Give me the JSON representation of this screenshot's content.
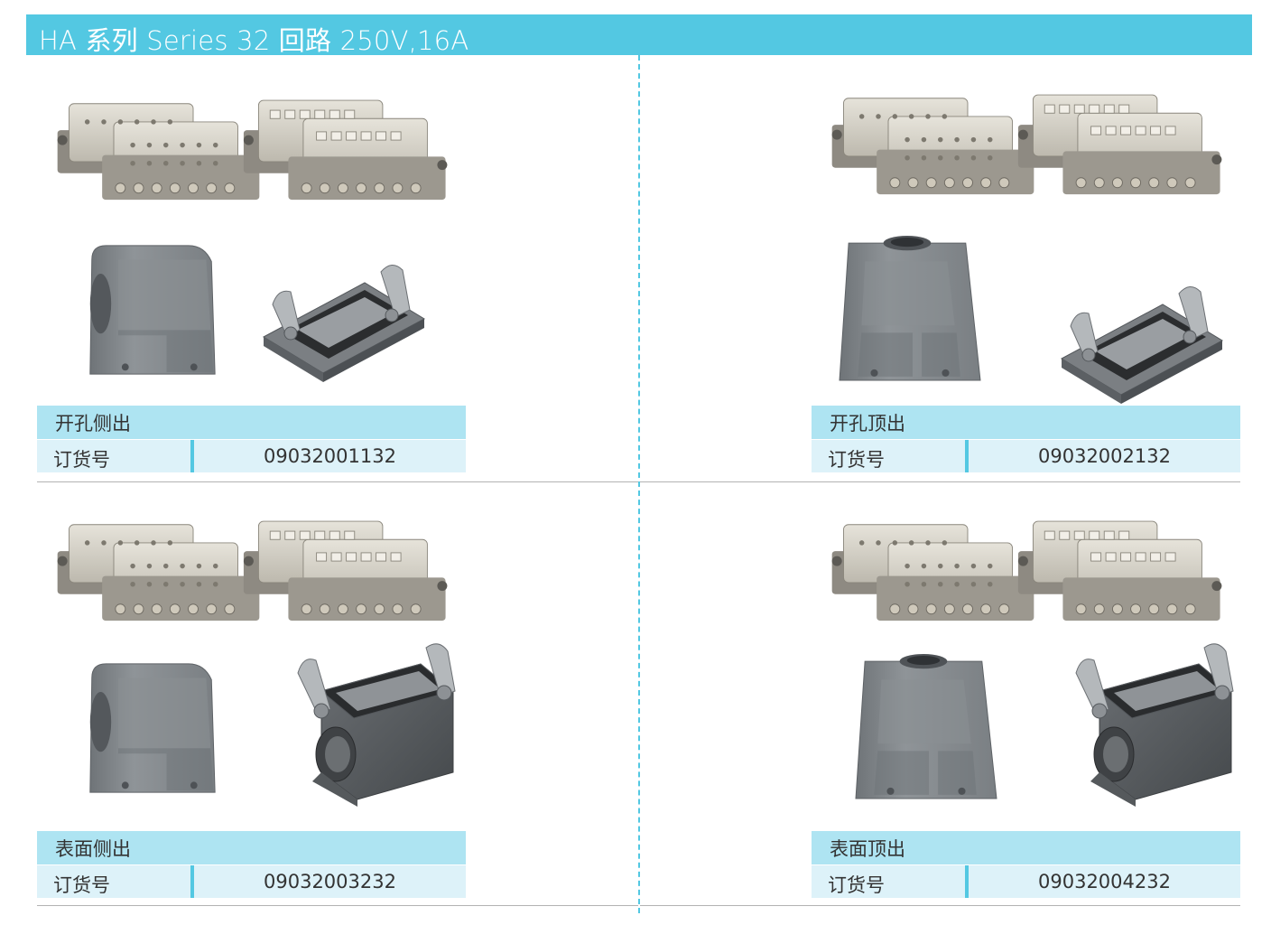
{
  "header": {
    "title": "HA 系列 Series 32 回路 250V,16A",
    "color": "#53c8e2"
  },
  "products": [
    {
      "title": "开孔侧出",
      "order_label": "订货号",
      "order_no": "09032001132",
      "hood": "side-entry",
      "housing": "bulkhead"
    },
    {
      "title": "开孔顶出",
      "order_label": "订货号",
      "order_no": "09032002132",
      "hood": "top-entry",
      "housing": "bulkhead"
    },
    {
      "title": "表面侧出",
      "order_label": "订货号",
      "order_no": "09032003232",
      "hood": "side-entry",
      "housing": "surface"
    },
    {
      "title": "表面顶出",
      "order_label": "订货号",
      "order_no": "09032004232",
      "hood": "top-entry",
      "housing": "surface"
    }
  ],
  "colors": {
    "title_row": "#aee4f2",
    "order_row": "#ddf2f9",
    "accent": "#53c8e2"
  }
}
